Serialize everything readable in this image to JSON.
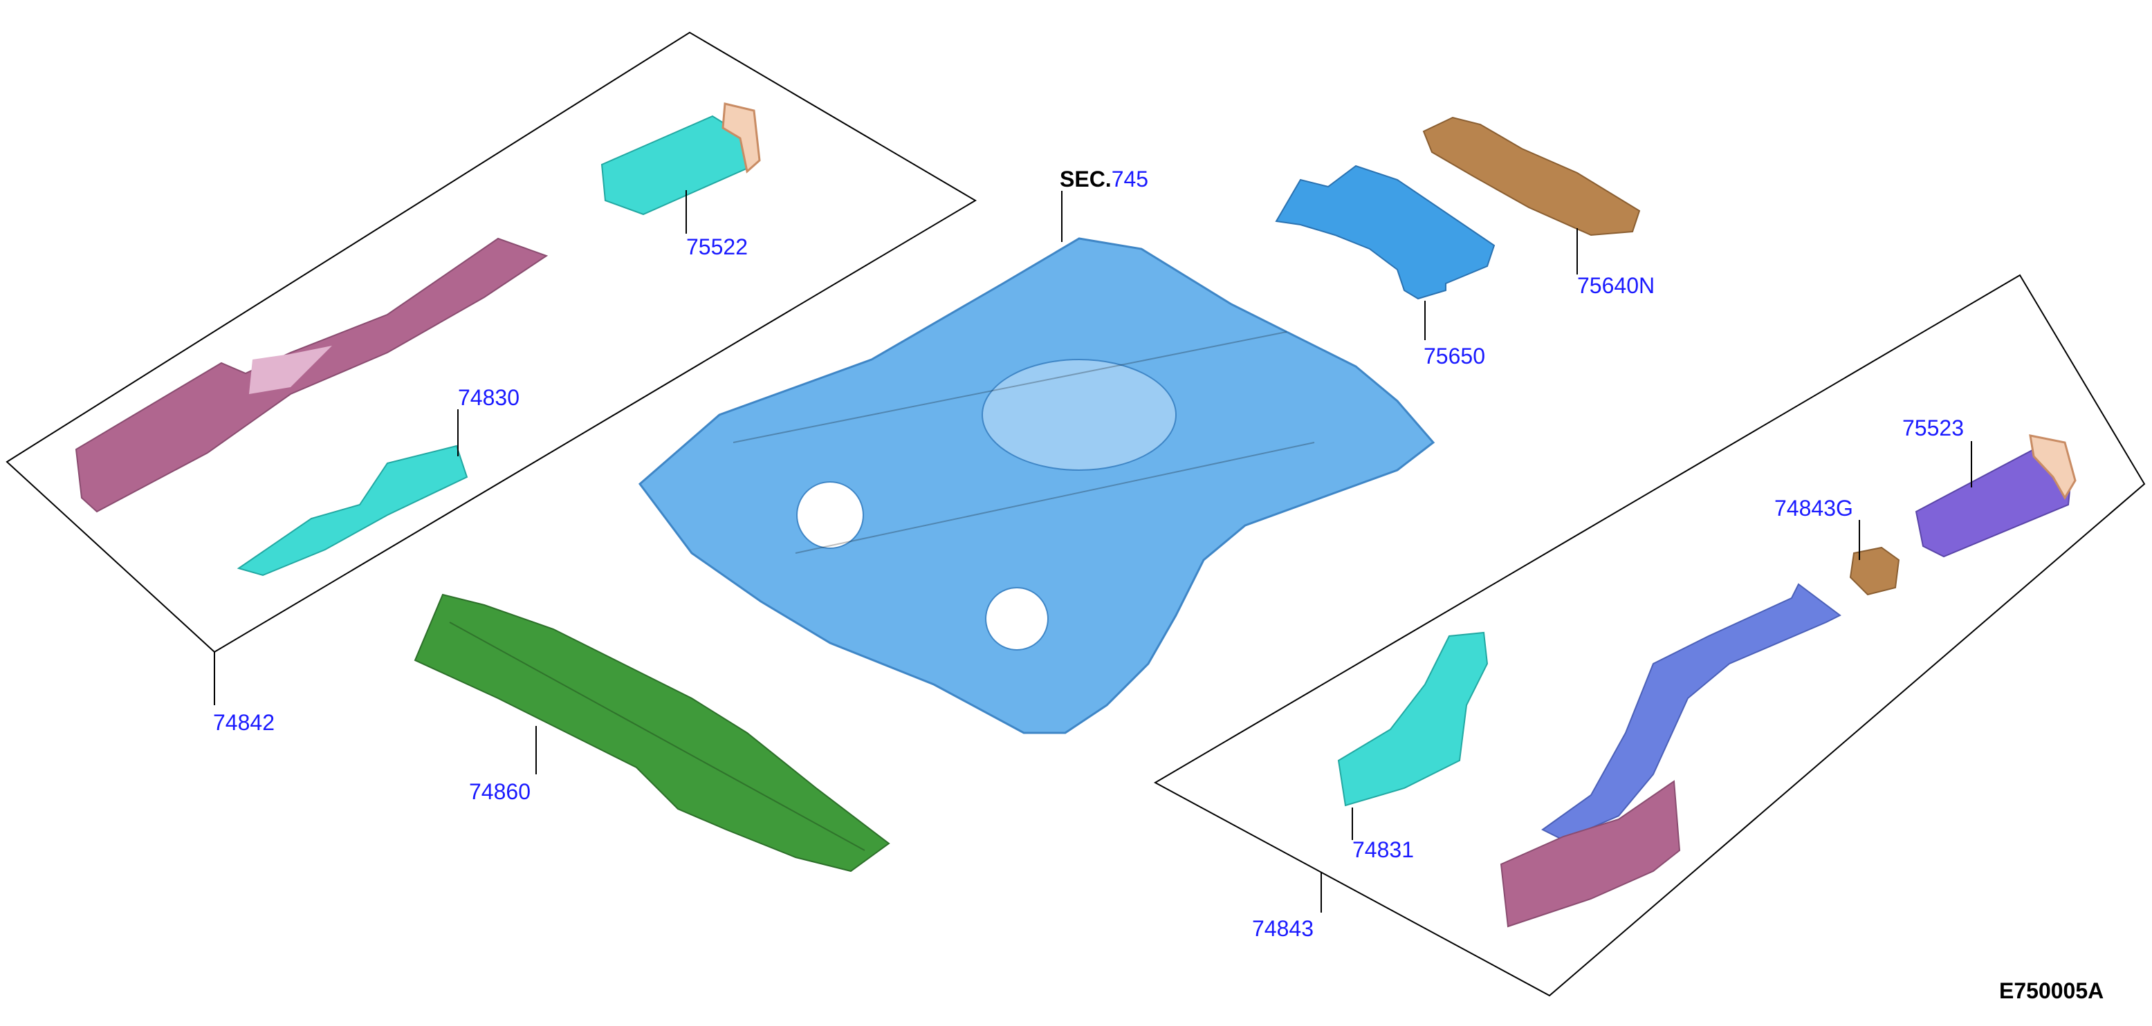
{
  "diagram_code": "E750005A",
  "section_ref": {
    "prefix": "SEC.",
    "number": "745"
  },
  "callouts": {
    "p75522": "75522",
    "p74830": "74830",
    "p74842": "74842",
    "p74860": "74860",
    "p75650": "75650",
    "p75640N": "75640N",
    "p75523": "75523",
    "p74843G": "74843G",
    "p74831": "74831",
    "p74843": "74843"
  },
  "colors": {
    "floor_panel": "#6bb3ec",
    "green_member": "#3f9a3a",
    "pink_member": "#b0668f",
    "cyan_part": "#3fdad3",
    "blue_part": "#3f9fe6",
    "brown_part": "#b8844e",
    "violet_part": "#7f63d8",
    "periwinkle_part": "#6a80e0",
    "callout_text": "#1a1aff"
  }
}
